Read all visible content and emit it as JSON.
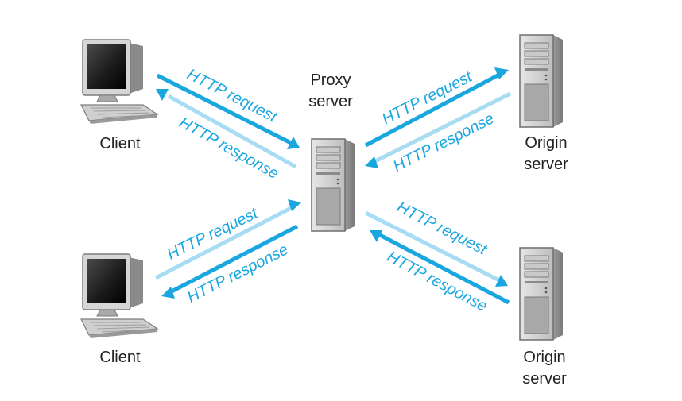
{
  "nodes": {
    "client_top": {
      "label": "Client"
    },
    "client_bottom": {
      "label": "Client"
    },
    "proxy": {
      "label_line1": "Proxy",
      "label_line2": "server"
    },
    "origin_top": {
      "label_line1": "Origin",
      "label_line2": "server"
    },
    "origin_bottom": {
      "label_line1": "Origin",
      "label_line2": "server"
    }
  },
  "links": {
    "client_top": {
      "request": "HTTP request",
      "response": "HTTP response"
    },
    "client_bottom": {
      "request": "HTTP request",
      "response": "HTTP response"
    },
    "origin_top": {
      "request": "HTTP request",
      "response": "HTTP response"
    },
    "origin_bottom": {
      "request": "HTTP request",
      "response": "HTTP response"
    }
  },
  "colors": {
    "request_arrow": "#1aa7e0",
    "response_arrow": "#a7dcf2",
    "label_text": "#1aa7e0"
  }
}
